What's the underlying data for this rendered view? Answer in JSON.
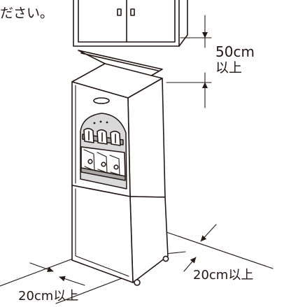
{
  "labels": {
    "top_text": "ださい。",
    "overhead_clearance_value": "50cm",
    "overhead_clearance_suffix": "以上",
    "right_side_clearance": "20cm以上",
    "rear_side_clearance": "20cm以上"
  },
  "colors": {
    "line": "#231815",
    "panel_light": "#d9d9d9",
    "panel_dark": "#a7a7a7",
    "background": "#ffffff"
  },
  "icons": {
    "clearance_arrow": "arrowhead",
    "water_cup_mark": "cup-icon"
  }
}
